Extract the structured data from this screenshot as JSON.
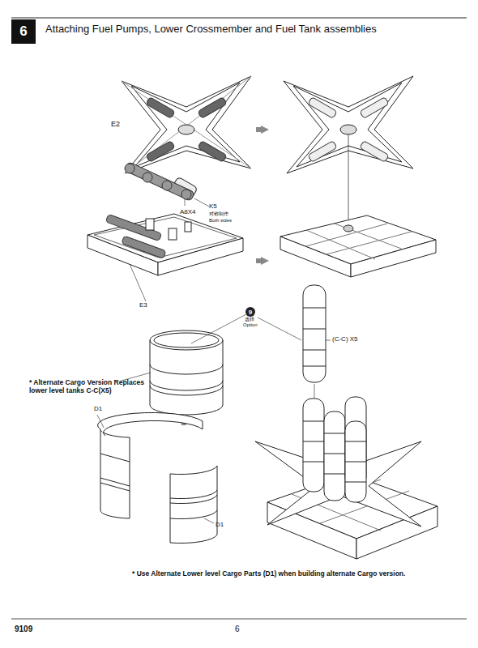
{
  "diagram": {
    "title": "Attaching Fuel Pumps, Lower Crossmember and Fuel Tank assemblies",
    "nodes": [
      {
        "text": [
          "6"
        ]
      },
      {
        "text": [
          "9"
        ]
      }
    ],
    "labels": [
      "E2",
      "A8X4",
      "K5",
      "对称制作",
      "Both sides",
      "E3",
      "选择",
      "Option",
      "(C-C) X5",
      "* Alternate Cargo Version Replaces lower level tanks C-C(X5)",
      "D1",
      "D1",
      "* Use Alternate Lower level Cargo Parts (D1) when building alternate Cargo version.",
      "9109",
      "6"
    ]
  }
}
